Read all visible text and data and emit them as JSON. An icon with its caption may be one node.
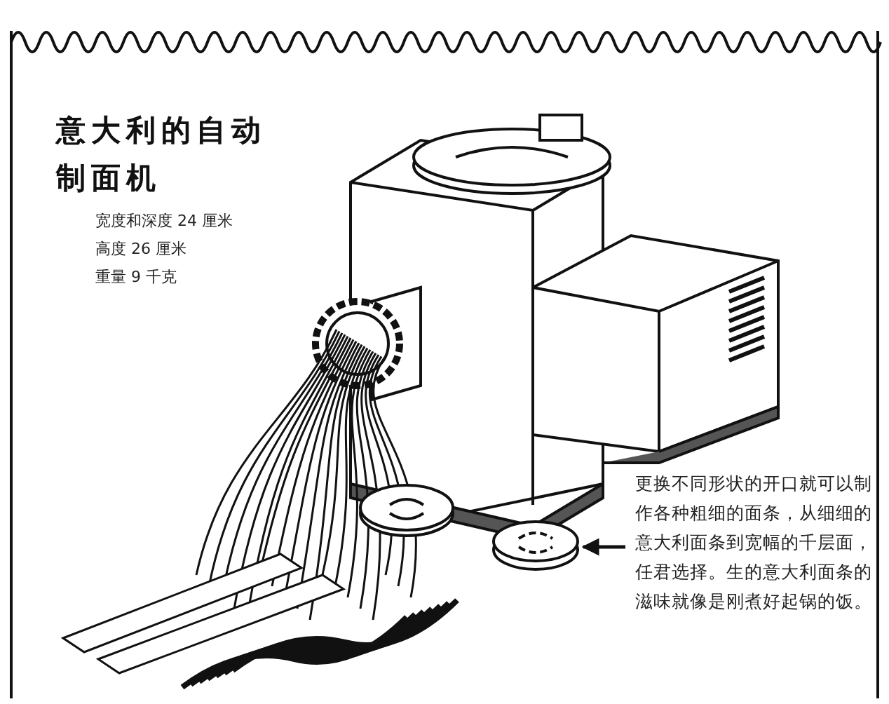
{
  "diagram": {
    "title": "意大利的自动制面机",
    "nodes": [
      {
        "text": [
          "更换不同形状的开口就可以制作各种粗细的面条，从细细的意大利面条到宽幅的千层面，任君选择。生的意大利面条的滋味就像是刚煮好起锅的饭。"
        ]
      },
      {
        "text": [],
        "shape": "picture"
      }
    ],
    "edges": [
      {
        "from": 0,
        "to": 1,
        "arrow": "to"
      }
    ],
    "labels": [
      "宽度和深度 24 厘米",
      "高度 26 厘米",
      "重量 9 千克"
    ]
  }
}
